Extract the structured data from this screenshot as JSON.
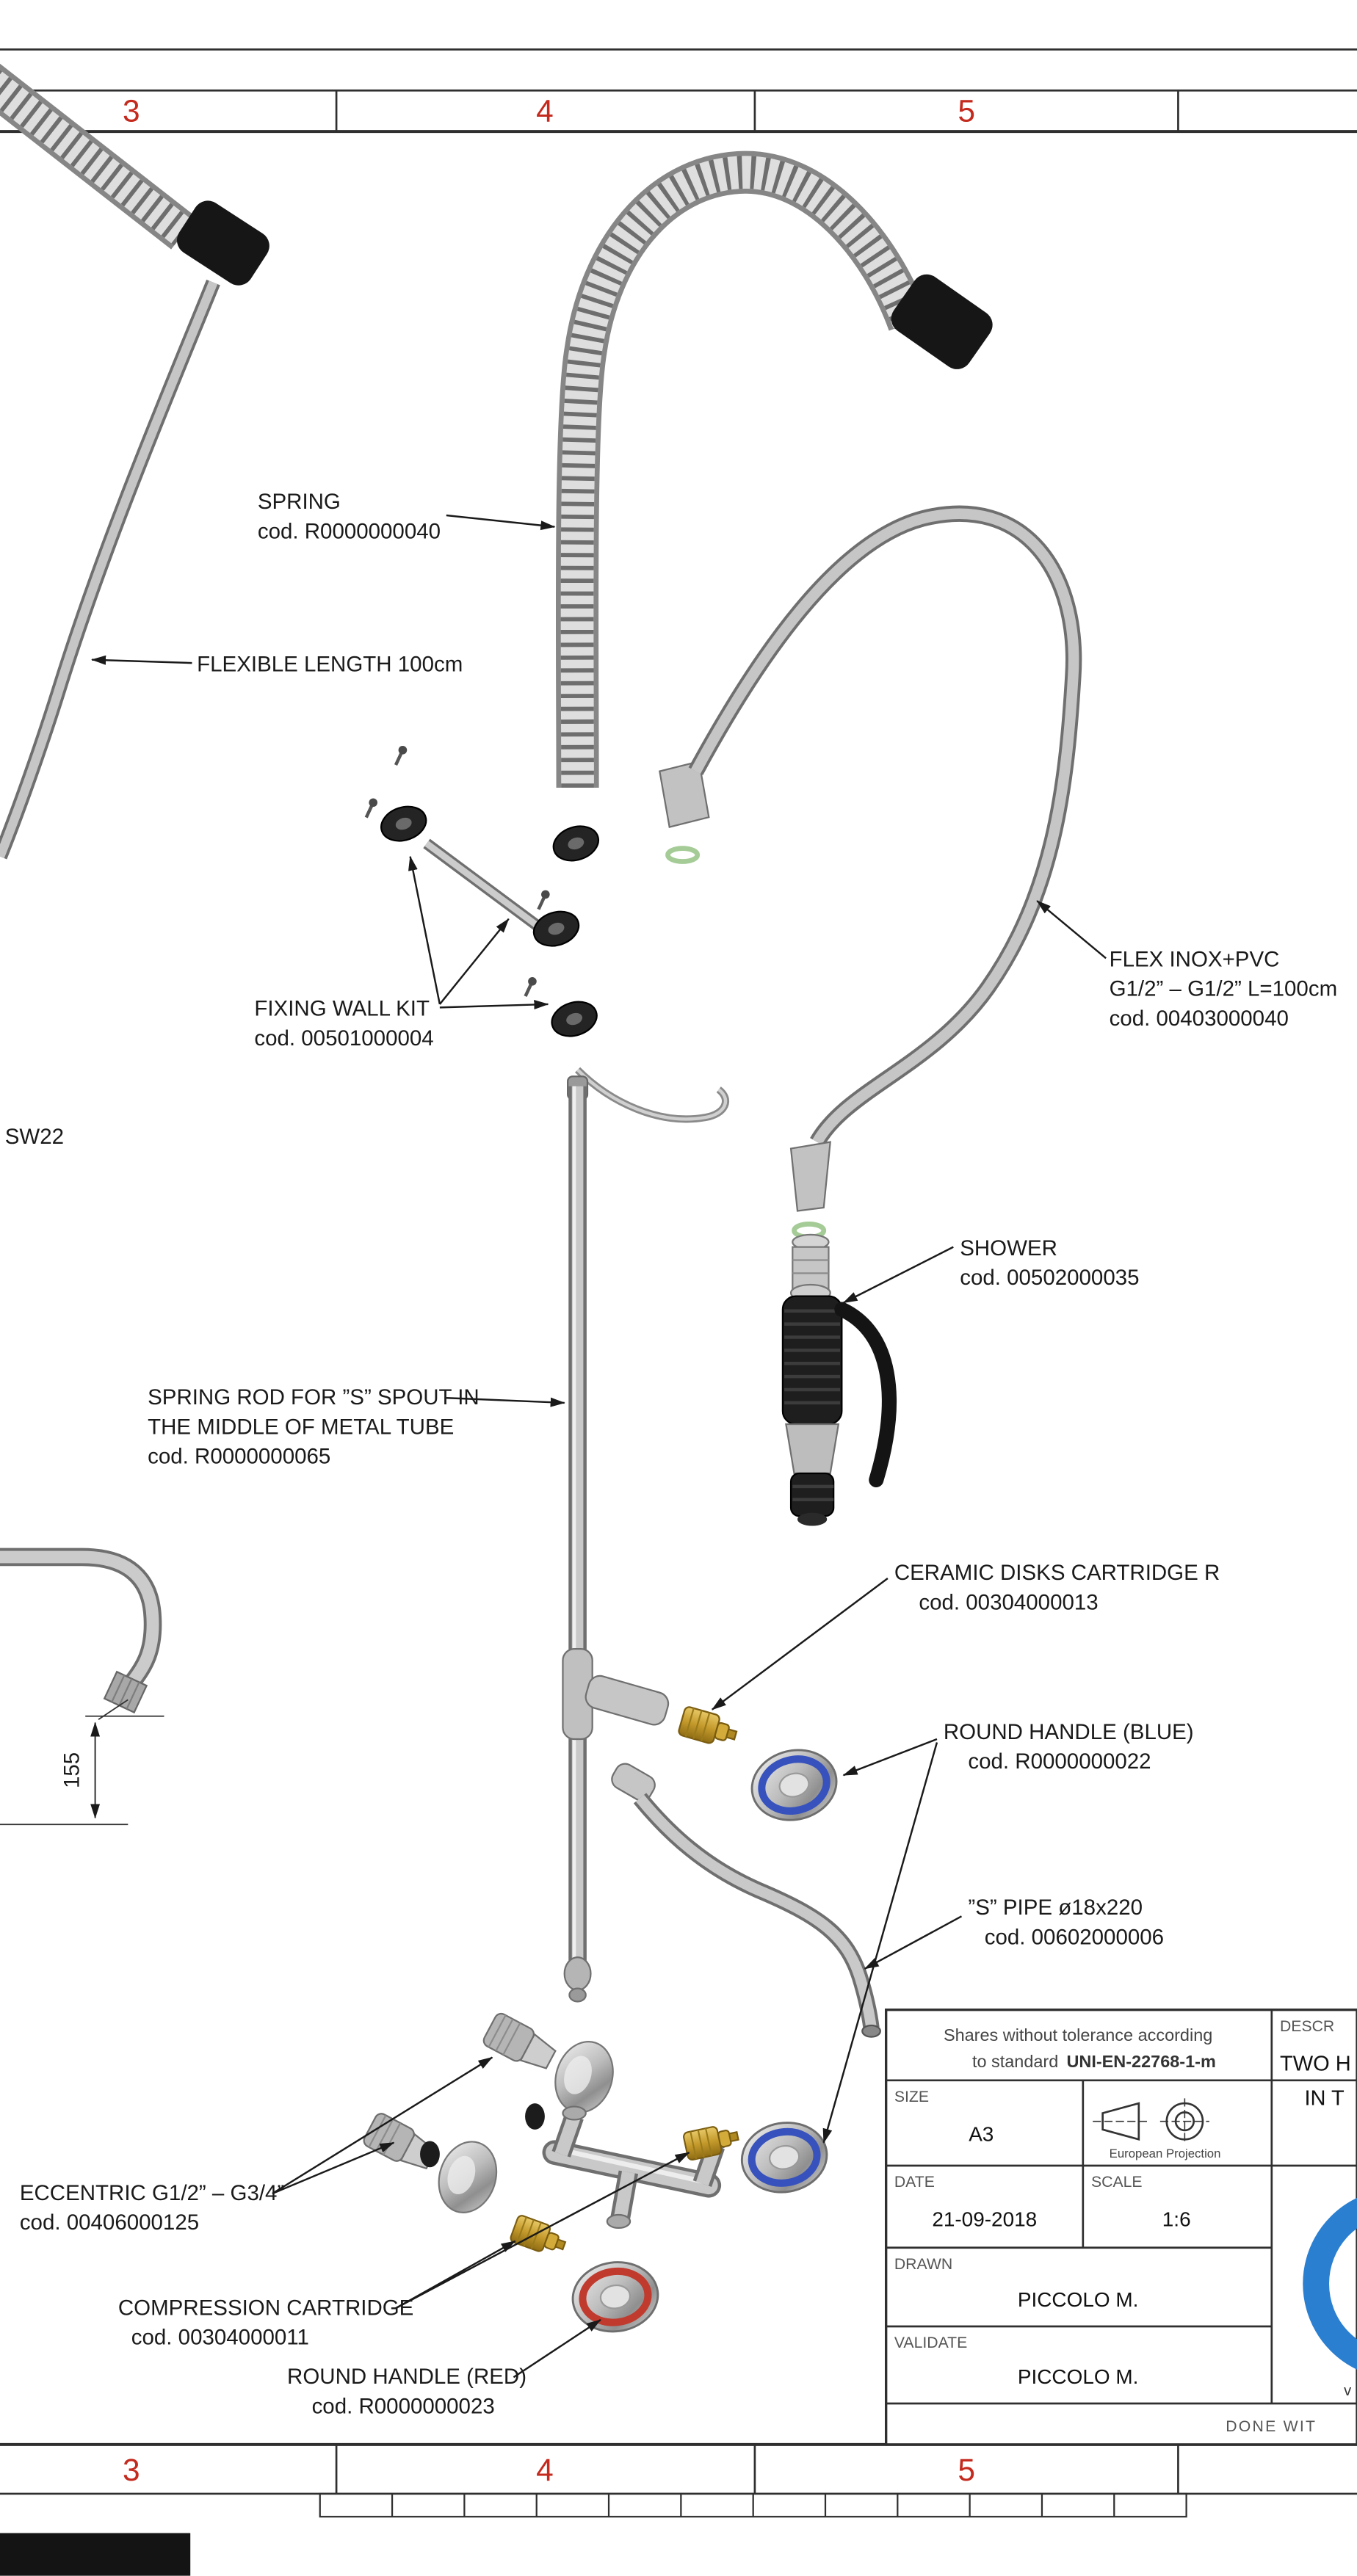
{
  "sheet": {
    "top_columns": [
      "3",
      "4",
      "5"
    ],
    "bottom_columns": [
      "3",
      "4",
      "5"
    ],
    "number_color": "#c42a1e"
  },
  "annotations": {
    "spring": [
      "SPRING",
      "cod. R0000000040"
    ],
    "flexible_length": [
      "FLEXIBLE LENGTH 100cm"
    ],
    "fixing_wall_kit": [
      "FIXING WALL KIT",
      "cod. 00501000004"
    ],
    "sw22": [
      "SW22"
    ],
    "flex_inox": [
      "FLEX INOX+PVC",
      "G1/2” – G1/2” L=100cm",
      "cod. 00403000040"
    ],
    "shower": [
      "SHOWER",
      "cod. 00502000035"
    ],
    "spring_rod": [
      "SPRING ROD FOR ”S” SPOUT IN",
      "THE MIDDLE OF METAL TUBE",
      "cod. R0000000065"
    ],
    "ceramic_cartridge": [
      "CERAMIC DISKS CARTRIDGE R",
      "cod. 00304000013"
    ],
    "round_handle_blue": [
      "ROUND HANDLE (BLUE)",
      "cod. R0000000022"
    ],
    "s_pipe": [
      "”S” PIPE ø18x220",
      "cod. 00602000006"
    ],
    "eccentric": [
      "ECCENTRIC G1/2” – G3/4”",
      "cod. 00406000125"
    ],
    "compression_cartridge": [
      "COMPRESSION CARTRIDGE",
      "cod. 00304000011"
    ],
    "round_handle_red": [
      "ROUND HANDLE (RED)",
      "cod. R0000000023"
    ],
    "dimension_155": "155"
  },
  "title_block": {
    "tolerance_line1": "Shares without tolerance according",
    "tolerance_line2_prefix": "to standard",
    "tolerance_standard": "UNI-EN-22768-1-m",
    "size_label": "SIZE",
    "size_value": "A3",
    "projection_label": "European Projection",
    "date_label": "DATE",
    "date_value": "21-09-2018",
    "scale_label": "SCALE",
    "scale_value": "1:6",
    "drawn_label": "DRAWN",
    "drawn_value": "PICCOLO M.",
    "validate_label": "VALIDATE",
    "validate_value": "PICCOLO M.",
    "descr_label": "DESCR",
    "descr_line1": "TWO H",
    "descr_line2": "IN T",
    "footer": "DONE WIT",
    "partial_v": "v"
  },
  "part_colors": {
    "handle_blue": "#3752bd",
    "handle_red": "#c03a2e",
    "oring_green": "#a5cc96",
    "logo_blue": "#2a7fd0"
  }
}
